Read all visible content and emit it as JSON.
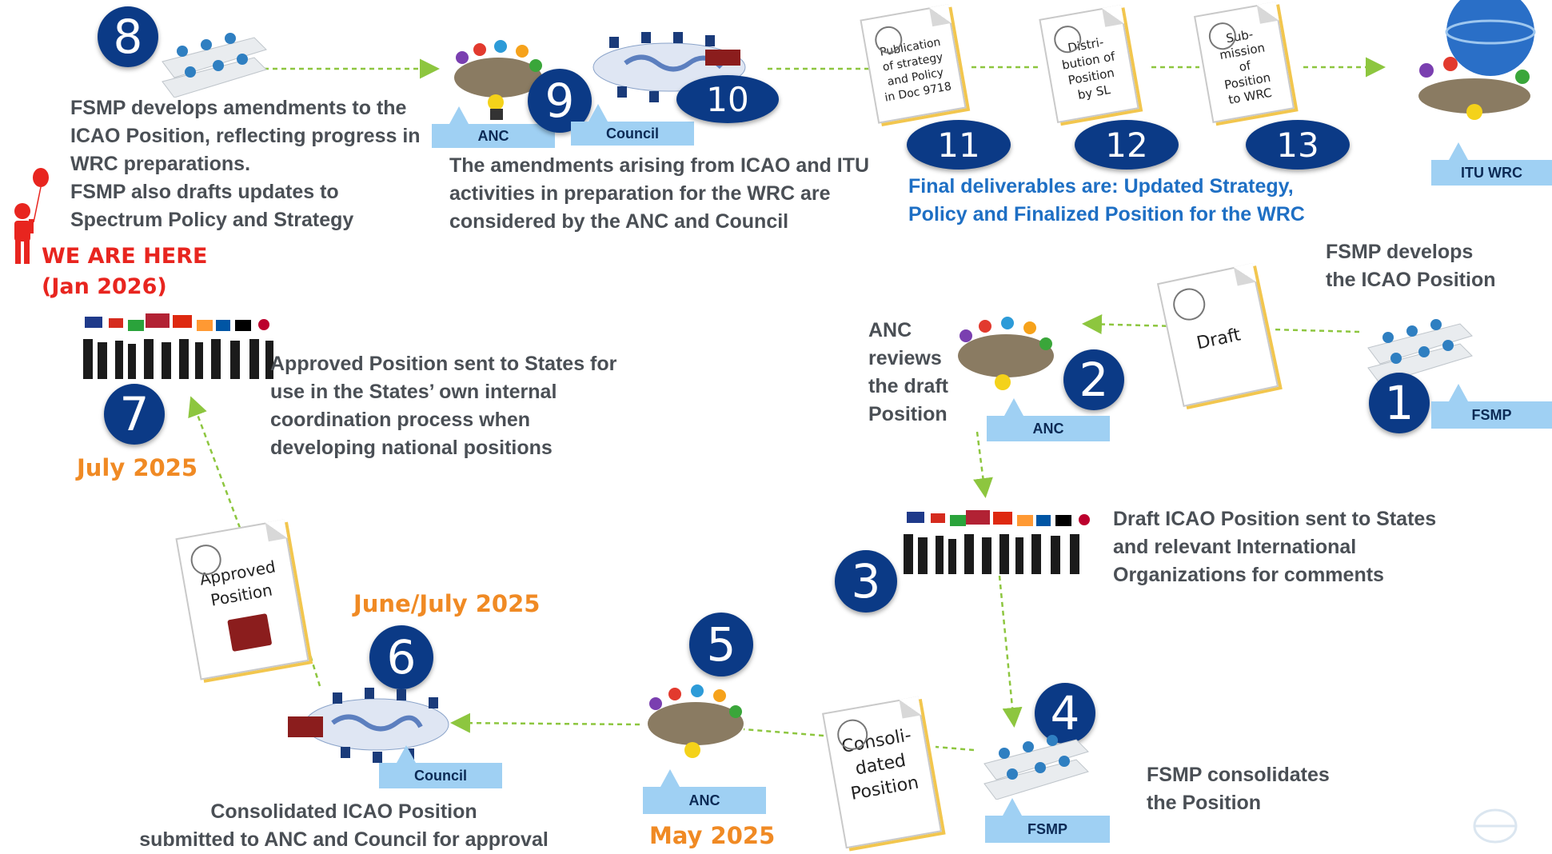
{
  "steps": {
    "s1": {
      "num": "1",
      "label": "FSMP",
      "text": [
        "FSMP develops",
        "the ICAO Position"
      ]
    },
    "s2": {
      "num": "2",
      "label": "ANC",
      "text": [
        "ANC",
        "reviews",
        "the draft",
        "Position"
      ]
    },
    "s3": {
      "num": "3",
      "text": [
        "Draft ICAO Position sent to States",
        "and relevant International",
        "Organizations for comments"
      ]
    },
    "s4": {
      "num": "4",
      "label": "FSMP",
      "text": [
        "FSMP consolidates",
        "the Position"
      ]
    },
    "s5": {
      "num": "5",
      "label": "ANC",
      "date": "May 2025"
    },
    "s6": {
      "num": "6",
      "label": "Council",
      "date": "June/July 2025",
      "text": [
        "Consolidated ICAO Position",
        "submitted to ANC and Council for approval"
      ]
    },
    "s7": {
      "num": "7",
      "date": "July 2025",
      "text": [
        "Approved Position sent to States for",
        "use in the States’ own internal",
        "coordination process when",
        "developing national positions"
      ]
    },
    "s8": {
      "num": "8",
      "text": [
        "FSMP develops amendments to the",
        "ICAO Position, reflecting progress in",
        "WRC preparations.",
        "FSMP also drafts updates to",
        "Spectrum Policy and Strategy"
      ]
    },
    "s9": {
      "num": "9",
      "label": "ANC"
    },
    "s10": {
      "num": "10",
      "label": "Council",
      "text": [
        "The amendments arising from ICAO and ITU",
        "activities in preparation for the WRC are",
        "considered by the ANC and Council"
      ]
    },
    "s11": {
      "num": "11",
      "doc": [
        "Publication",
        "of strategy",
        "and Policy",
        "in Doc 9718"
      ]
    },
    "s12": {
      "num": "12",
      "doc": [
        "Distri-",
        "bution of",
        "Position",
        "by SL"
      ]
    },
    "s13": {
      "num": "13",
      "doc": [
        "Sub-",
        "mission",
        "of",
        "Position",
        "to WRC"
      ]
    },
    "itu": {
      "label": "ITU WRC"
    }
  },
  "final_deliverables": [
    "Final deliverables are: Updated Strategy,",
    "Policy and Finalized Position for the WRC"
  ],
  "we_are_here": [
    "WE ARE HERE",
    "(Jan 2026)"
  ],
  "docs": {
    "draft": "Draft",
    "consolidated": [
      "Consoli-",
      "dated",
      "Position"
    ],
    "approved": [
      "Approved",
      "Position"
    ]
  },
  "colors": {
    "step_circle": "#0b3a86",
    "label_bg": "#9fd0f3",
    "arrow": "#8dc63f",
    "date": "#f08a24",
    "alert": "#e8251f",
    "deliverables": "#1e6fc4"
  }
}
